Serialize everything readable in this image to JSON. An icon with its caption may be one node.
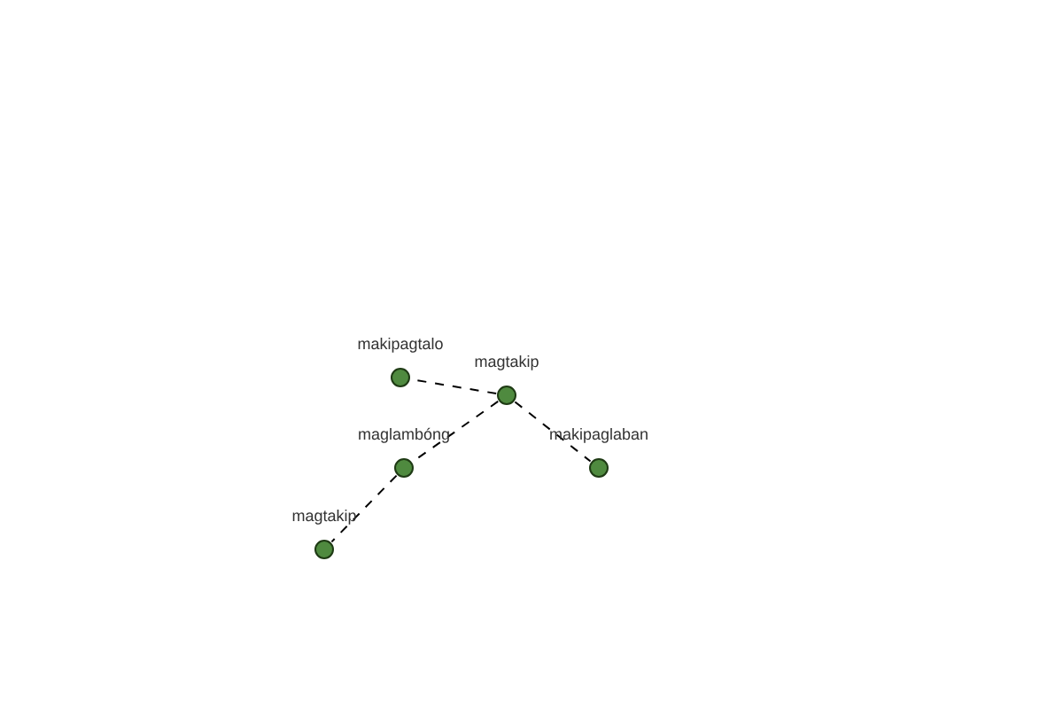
{
  "diagram": {
    "nodes": [
      {
        "text": [
          "makipagtalo"
        ]
      },
      {
        "text": [
          "magtakip"
        ]
      },
      {
        "text": [
          "maglambóng"
        ]
      },
      {
        "text": [
          "makipaglaban"
        ]
      },
      {
        "text": [
          "magtakip"
        ]
      }
    ],
    "edges": [
      {
        "from": 1,
        "to": 0,
        "arrow": "none",
        "style": "dashed"
      },
      {
        "from": 1,
        "to": 2,
        "arrow": "none",
        "style": "dashed"
      },
      {
        "from": 1,
        "to": 3,
        "arrow": "none",
        "style": "dashed"
      },
      {
        "from": 2,
        "to": 4,
        "arrow": "none",
        "style": "dashed"
      }
    ]
  }
}
